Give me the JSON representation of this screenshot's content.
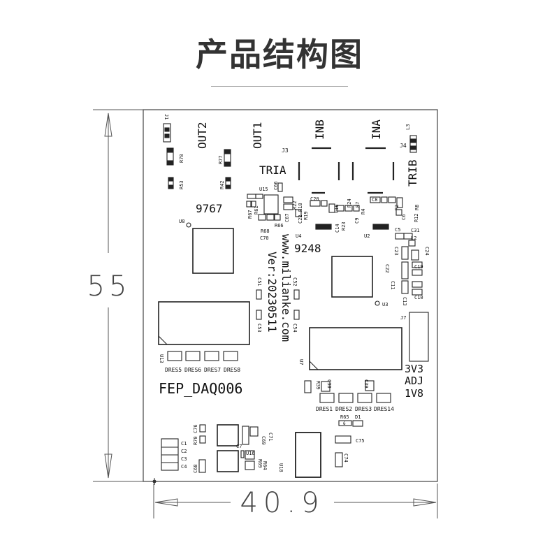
{
  "title": "产品结构图",
  "dimensions": {
    "height": "55",
    "width": "40.9"
  },
  "board": {
    "name": "FEP_DAQ006",
    "chips": {
      "u8_part": "9767",
      "u4_part": "9248"
    },
    "url_text": "www.milianke.com",
    "version": "Ver:20230511",
    "connectors": {
      "out2": "OUT2",
      "out1": "OUT1",
      "inb": "INB",
      "ina": "INA",
      "tria": "TRIA",
      "trib": "TRIB"
    },
    "voltage_labels": [
      "3V3",
      "ADJ",
      "1V8"
    ],
    "dres_top": [
      "DRES5",
      "DRES6",
      "DRES7",
      "DRES8"
    ],
    "dres_bottom": [
      "DRES1",
      "DRES2",
      "DRES3",
      "DRES14"
    ],
    "refs": {
      "j1": "J1",
      "j3": "J3",
      "j4": "J4",
      "j7": "J7",
      "l2": "L2",
      "l3": "L3",
      "u2": "U2",
      "u3": "U3",
      "u4": "U4",
      "u7": "U7",
      "u8": "U8",
      "u13": "U13",
      "u15": "U15",
      "u16": "U16",
      "u18": "U18",
      "r78": "R78",
      "r77": "R77",
      "r53": "R53",
      "r42": "R42",
      "c66": "C66",
      "r67": "R67",
      "r61": "R61",
      "r68": "R68",
      "r66": "R66",
      "c67": "C67",
      "c70": "C70",
      "r22": "R22",
      "r18": "R18",
      "c20": "C20",
      "c22": "C22",
      "r19": "R19",
      "c16": "C16",
      "r24": "R24",
      "r7": "R7",
      "r4": "R4",
      "c14": "C14",
      "r23": "R23",
      "c9": "C9",
      "c8": "C8",
      "r2": "R2",
      "r8": "R8",
      "c6": "C6",
      "r12": "R12",
      "c5": "C5",
      "c31": "C31",
      "c23": "C23",
      "c24": "C24",
      "c22b": "C22",
      "c19": "C19",
      "c11": "C11",
      "c10": "C10",
      "c13": "C13",
      "c51": "C51",
      "c52": "C52",
      "c53": "C53",
      "c54": "C54",
      "r39": "R39",
      "c38": "C38",
      "c39": "C39",
      "r65": "R65",
      "d1": "D1",
      "c75": "C75",
      "c74": "C74",
      "c76": "C76",
      "r70": "R70",
      "c7": "C7",
      "c69": "C69",
      "c71": "C71",
      "r69": "R69",
      "r64": "R64",
      "c68": "C68",
      "c1": "C1",
      "c2": "C2",
      "c3": "C3",
      "c4": "C4",
      "d1_num": "6"
    }
  }
}
